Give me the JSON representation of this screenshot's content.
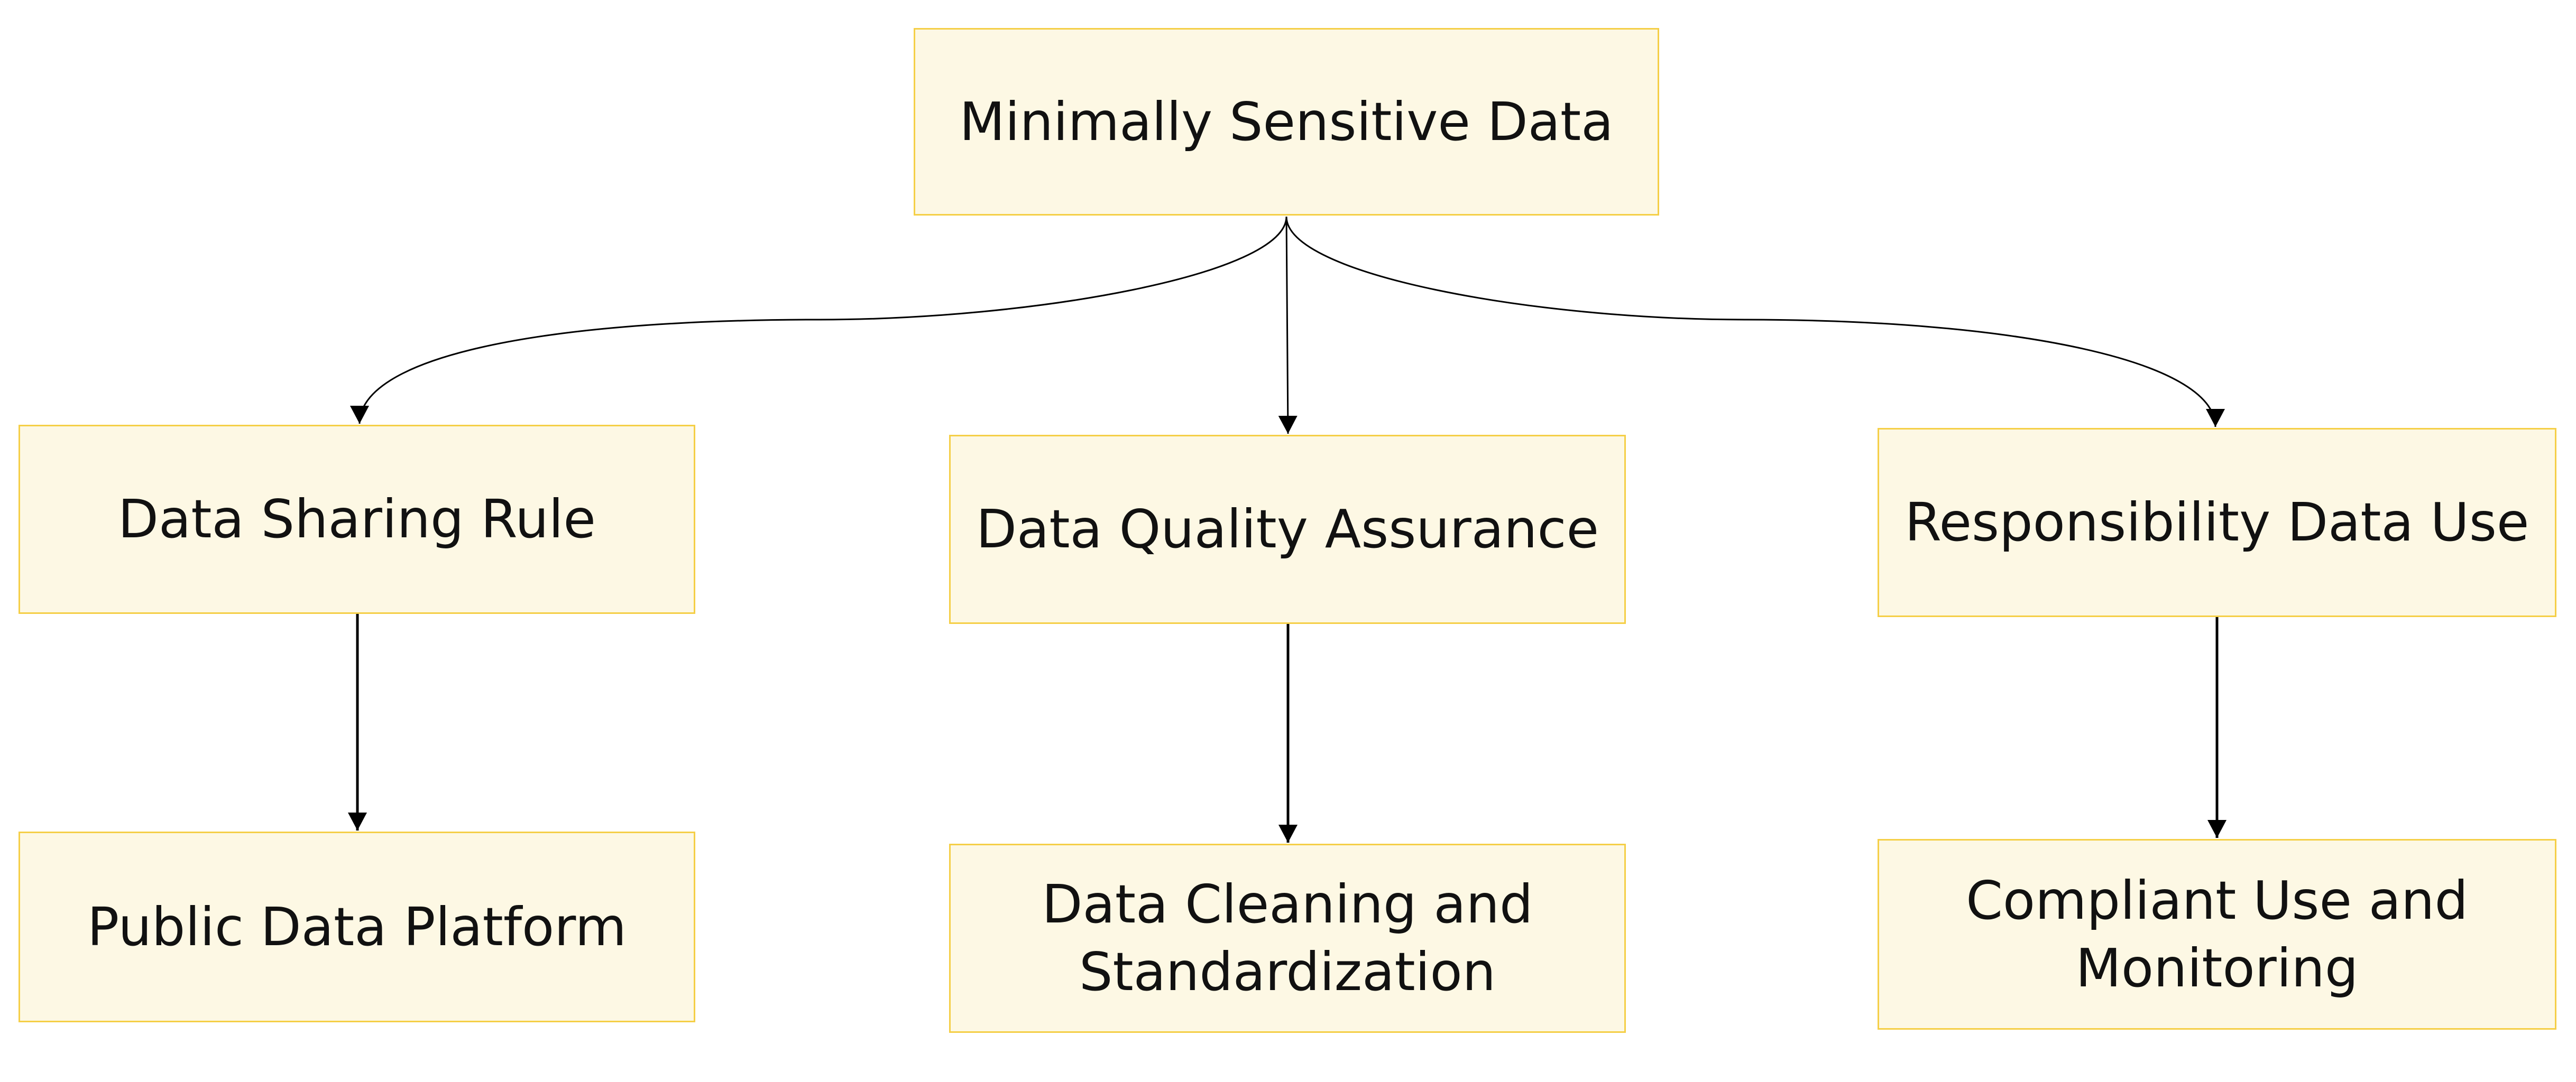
{
  "colors": {
    "node_fill": "#FDF8E4",
    "node_border": "#F5CF47",
    "edge": "#000000",
    "text": "#111111"
  },
  "nodes": {
    "root": {
      "label": "Minimally Sensitive Data"
    },
    "share": {
      "label": "Data Sharing Rule"
    },
    "qual": {
      "label": "Data Quality Assurance"
    },
    "resp": {
      "label": "Responsibility Data Use"
    },
    "public": {
      "label": "Public Data Platform"
    },
    "clean": {
      "label": "Data Cleaning and\nStandardization"
    },
    "comp": {
      "label": "Compliant Use and\nMonitoring"
    }
  },
  "edges": [
    {
      "from": "root",
      "to": "share"
    },
    {
      "from": "root",
      "to": "qual"
    },
    {
      "from": "root",
      "to": "resp"
    },
    {
      "from": "share",
      "to": "public"
    },
    {
      "from": "qual",
      "to": "clean"
    },
    {
      "from": "resp",
      "to": "comp"
    }
  ]
}
